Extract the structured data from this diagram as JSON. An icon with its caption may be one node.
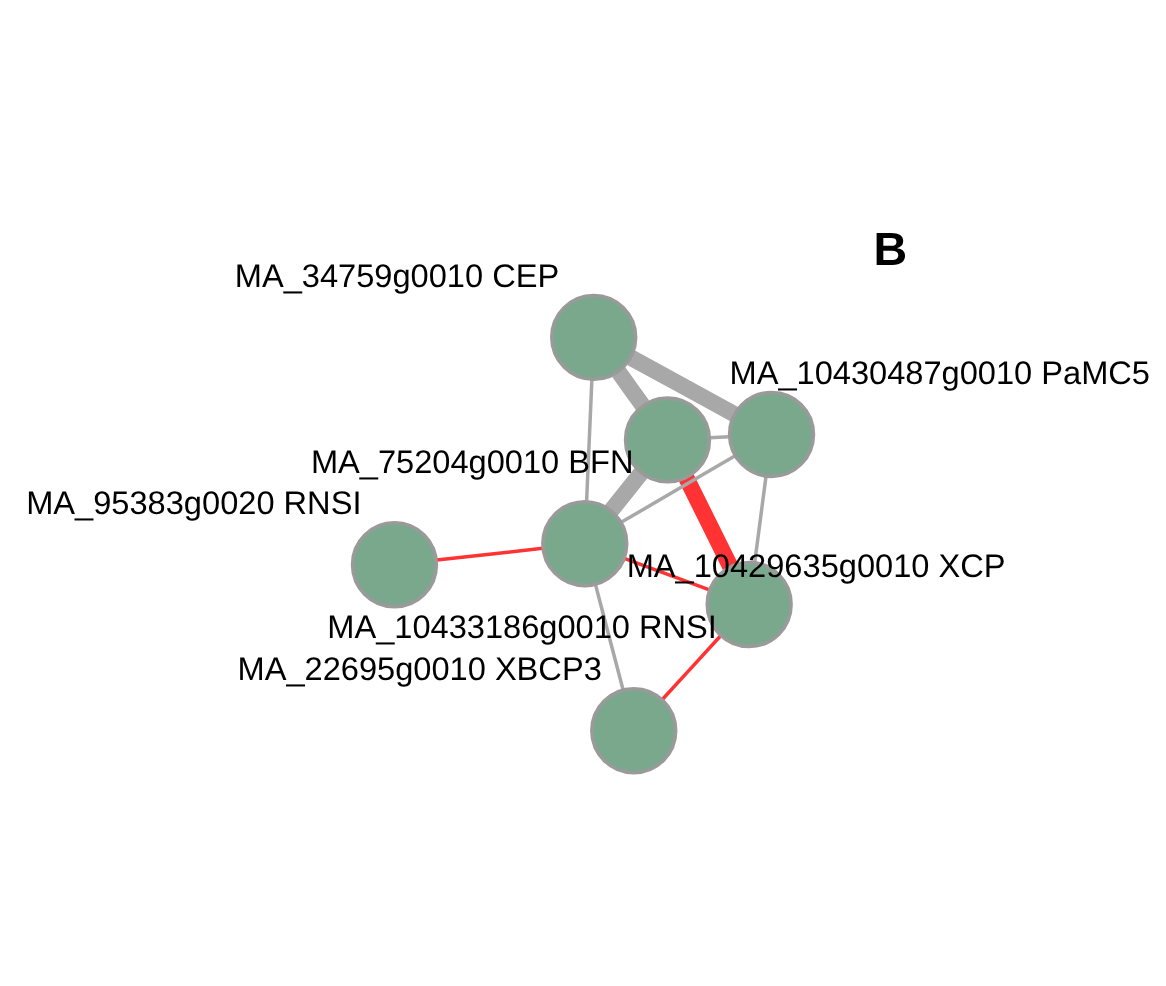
{
  "diagram": {
    "nodes": [
      {
        "text": [],
        "shape": "circle",
        "beside": [
          "MA_95383g0020 RNSI"
        ]
      },
      {
        "text": [],
        "shape": "circle",
        "beside": [
          "MA_10430487g0010 PaMC5"
        ]
      },
      {
        "text": [],
        "shape": "circle",
        "beside": [
          "MA_10433186g0010 RNSI"
        ]
      },
      {
        "text": [],
        "shape": "circle",
        "beside": [
          "MA_10429635g0010 XCP"
        ]
      },
      {
        "text": [],
        "shape": "circle",
        "beside": [
          "MA_34759g0010 CEP"
        ]
      },
      {
        "text": [],
        "shape": "circle",
        "beside": [
          "MA_22695g0010 XBCP3"
        ]
      },
      {
        "text": [],
        "shape": "circle",
        "beside": [
          "MA_75204g0010 BFN"
        ]
      }
    ],
    "edges": [
      {
        "from": 0,
        "to": 3,
        "arrow": "none",
        "color": "#ff3333"
      },
      {
        "from": 2,
        "to": 1,
        "arrow": "none"
      },
      {
        "from": 2,
        "to": 3,
        "arrow": "none",
        "color": "#ff3333"
      },
      {
        "from": 2,
        "to": 6,
        "arrow": "none",
        "style": "thick",
        "color": "#ff3333"
      },
      {
        "from": 2,
        "to": 5,
        "arrow": "none",
        "color": "#ff3333"
      },
      {
        "from": 3,
        "to": 1,
        "arrow": "none"
      },
      {
        "from": 3,
        "to": 4,
        "arrow": "none"
      },
      {
        "from": 3,
        "to": 6,
        "arrow": "none",
        "style": "thick"
      },
      {
        "from": 3,
        "to": 5,
        "arrow": "none"
      },
      {
        "from": 1,
        "to": 6,
        "arrow": "none"
      },
      {
        "from": 1,
        "to": 4,
        "arrow": "none",
        "style": "thick"
      },
      {
        "from": 4,
        "to": 6,
        "arrow": "none",
        "style": "thick"
      }
    ],
    "labels": [
      "B"
    ]
  }
}
